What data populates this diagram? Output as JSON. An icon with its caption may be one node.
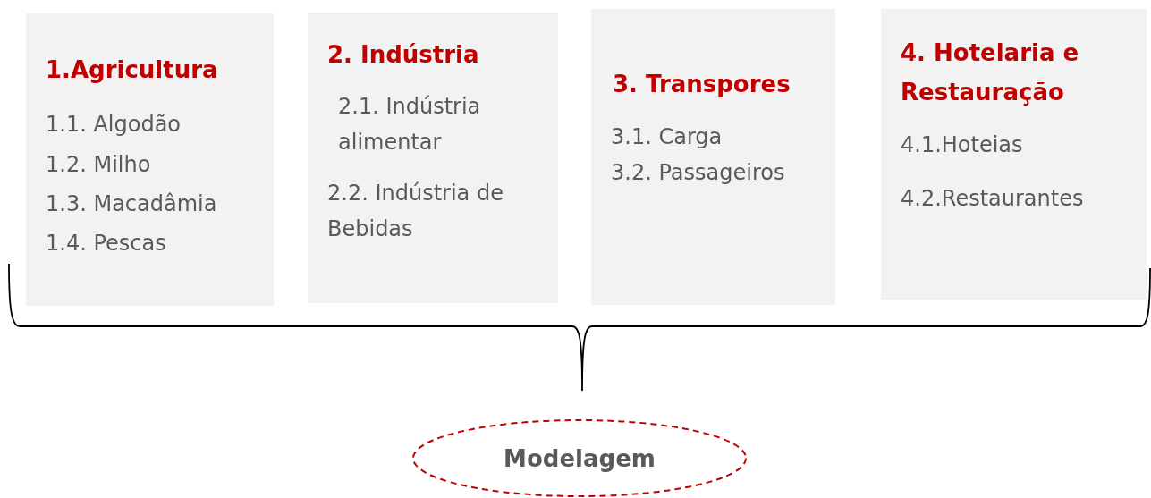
{
  "diagram": {
    "nodes": [
      {
        "text": [
          "1.Agricultura",
          "1.1. Algodão",
          "1.2. Milho",
          "1.3. Macadâmia",
          "1.4. Pescas"
        ]
      },
      {
        "text": [
          "2. Indústria",
          "2.1. Indústria alimentar",
          "2.2. Indústria de Bebidas"
        ]
      },
      {
        "text": [
          "3. Transpores",
          "3.1. Carga",
          "3.2. Passageiros"
        ]
      },
      {
        "text": [
          "4. Hotelaria e Restauração",
          "4.1.Hoteias",
          "4.2.Restaurantes"
        ]
      },
      {
        "text": [
          "Modelagem"
        ]
      }
    ]
  }
}
